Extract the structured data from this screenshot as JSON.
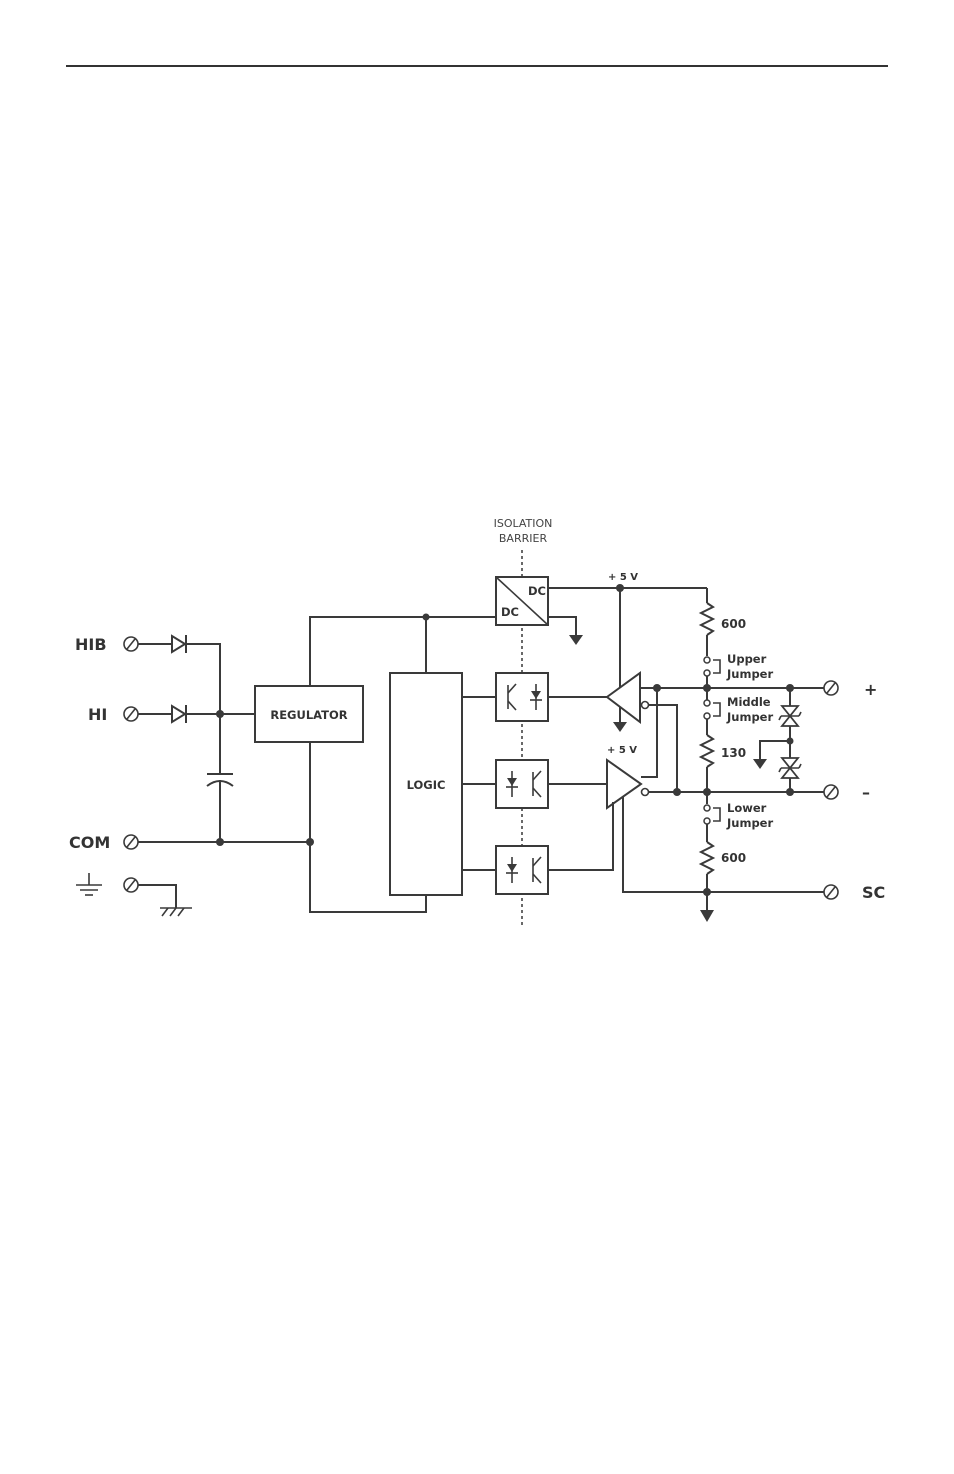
{
  "barrier": {
    "line1": "ISOLATION",
    "line2": "BARRIER"
  },
  "terminals": {
    "hib": "HIB",
    "hi": "HI",
    "com": "COM",
    "plus": "+",
    "minus": "–",
    "sc": "SC"
  },
  "blocks": {
    "regulator": "REGULATOR",
    "logic": "LOGIC",
    "dc_top": "DC",
    "dc_bottom": "DC"
  },
  "supply": {
    "top": "+ 5 V",
    "lower": "+ 5 V"
  },
  "resistors": {
    "upper": "600",
    "middle": "130",
    "lower": "600"
  },
  "jumpers": {
    "upper_1": "Upper",
    "upper_2": "Jumper",
    "middle_1": "Middle",
    "middle_2": "Jumper",
    "lower_1": "Lower",
    "lower_2": "Jumper"
  }
}
